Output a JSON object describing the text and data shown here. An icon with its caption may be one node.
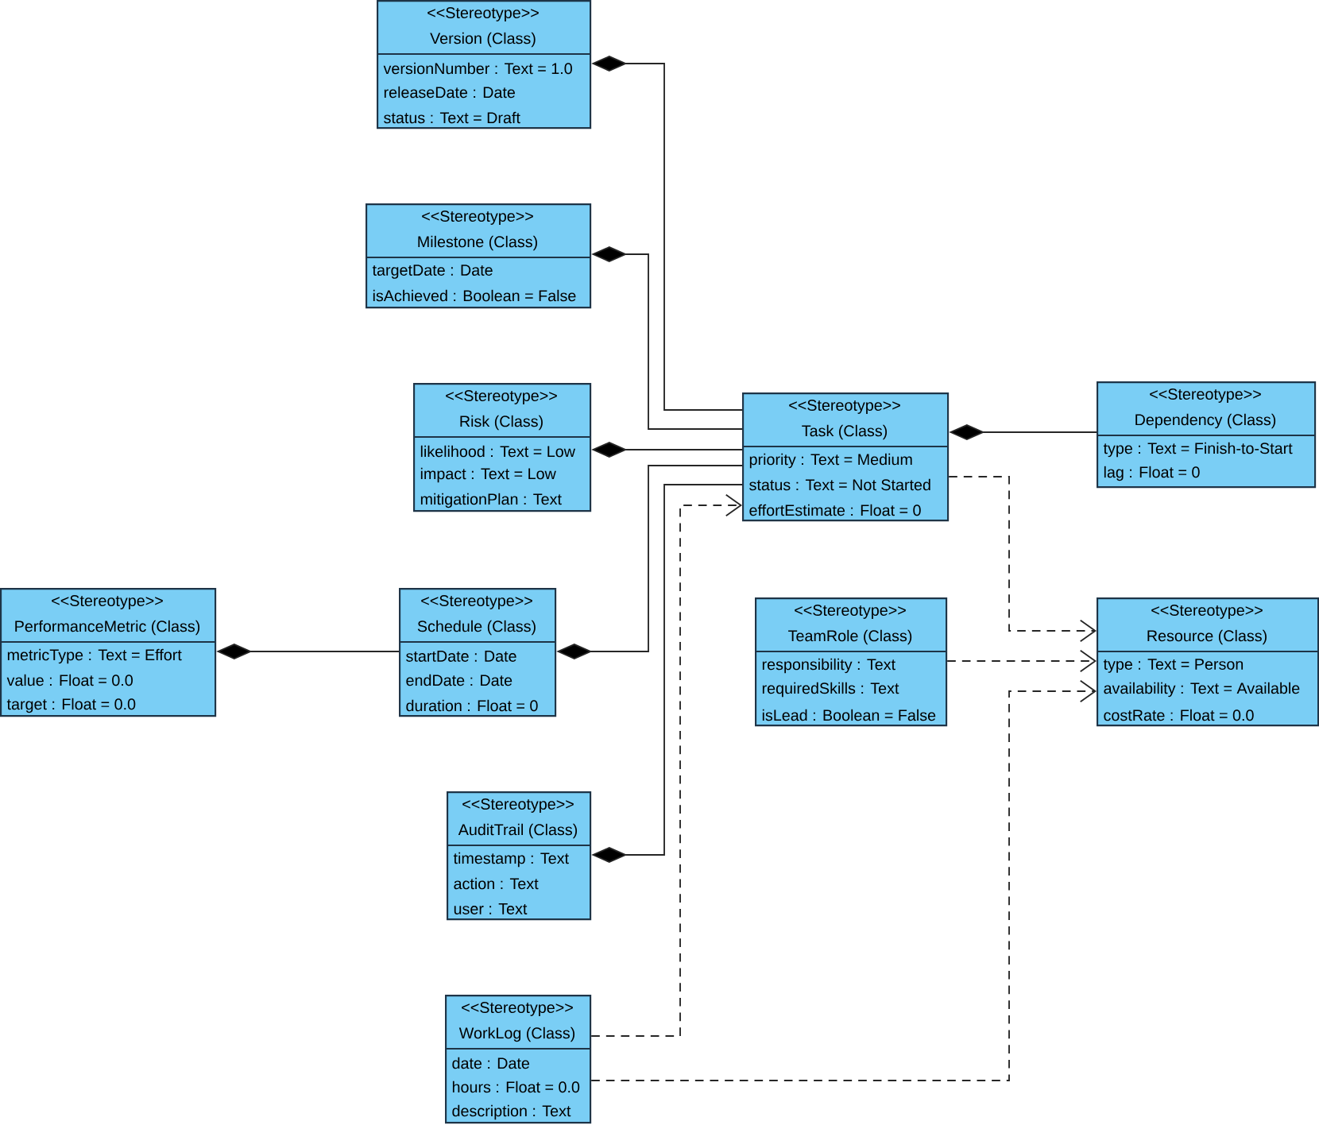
{
  "diagram": {
    "nodes": [
      {
        "text": [
          "<<Stereotype>>",
          "Version (Class)",
          "versionNumber : Text = 1.0",
          "releaseDate : Date",
          "status : Text = Draft"
        ]
      },
      {
        "text": [
          "<<Stereotype>>",
          "Milestone (Class)",
          "targetDate : Date",
          "isAchieved : Boolean = False"
        ]
      },
      {
        "text": [
          "<<Stereotype>>",
          "Risk (Class)",
          "likelihood : Text = Low",
          "impact : Text = Low",
          "mitigationPlan : Text"
        ]
      },
      {
        "text": [
          "<<Stereotype>>",
          "Task (Class)",
          "priority : Text = Medium",
          "status : Text = Not Started",
          "effortEstimate : Float = 0"
        ]
      },
      {
        "text": [
          "<<Stereotype>>",
          "Dependency (Class)",
          "type : Text = Finish-to-Start",
          "lag : Float = 0"
        ]
      },
      {
        "text": [
          "<<Stereotype>>",
          "PerformanceMetric (Class)",
          "metricType : Text = Effort",
          "value : Float = 0.0",
          "target : Float = 0.0"
        ]
      },
      {
        "text": [
          "<<Stereotype>>",
          "Schedule (Class)",
          "startDate : Date",
          "endDate : Date",
          "duration : Float = 0"
        ]
      },
      {
        "text": [
          "<<Stereotype>>",
          "TeamRole (Class)",
          "responsibility : Text",
          "requiredSkills : Text",
          "isLead : Boolean = False"
        ]
      },
      {
        "text": [
          "<<Stereotype>>",
          "Resource (Class)",
          "type : Text = Person",
          "availability : Text = Available",
          "costRate : Float = 0.0"
        ]
      },
      {
        "text": [
          "<<Stereotype>>",
          "AuditTrail (Class)",
          "timestamp : Text",
          "action : Text",
          "user : Text"
        ]
      },
      {
        "text": [
          "<<Stereotype>>",
          "WorkLog (Class)",
          "date : Date",
          "hours : Float = 0.0",
          "description : Text"
        ]
      }
    ],
    "edges": [
      {
        "from": 0,
        "to": 3,
        "arrow": "other"
      },
      {
        "from": 1,
        "to": 3,
        "arrow": "other"
      },
      {
        "from": 2,
        "to": 3,
        "arrow": "other"
      },
      {
        "from": 3,
        "to": 4,
        "arrow": "other"
      },
      {
        "from": 6,
        "to": 3,
        "arrow": "other"
      },
      {
        "from": 5,
        "to": 6,
        "arrow": "other"
      },
      {
        "from": 9,
        "to": 3,
        "arrow": "other"
      },
      {
        "from": 3,
        "to": 8,
        "arrow": "to",
        "style": "dashed"
      },
      {
        "from": 7,
        "to": 8,
        "arrow": "to",
        "style": "dashed"
      },
      {
        "from": 10,
        "to": 3,
        "arrow": "to",
        "style": "dashed"
      },
      {
        "from": 10,
        "to": 8,
        "arrow": "to",
        "style": "dashed"
      }
    ]
  }
}
